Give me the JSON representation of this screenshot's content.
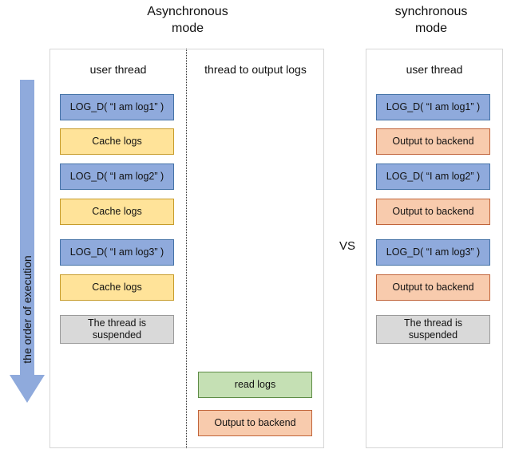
{
  "titles": {
    "async": "Asynchronous\nmode",
    "sync": "synchronous\nmode"
  },
  "vs_label": "VS",
  "order_arrow": {
    "label": "the order of execution",
    "color": "#8FAADC",
    "direction": "down"
  },
  "async_panel": {
    "columns": [
      {
        "header": "user thread",
        "blocks": [
          {
            "label": "LOG_D( “I am log1” )",
            "color": "blue"
          },
          {
            "label": "Cache logs",
            "color": "yellow"
          },
          {
            "label": "LOG_D( “I am log2” )",
            "color": "blue"
          },
          {
            "label": "Cache logs",
            "color": "yellow"
          },
          {
            "label": "LOG_D( “I am log3” )",
            "color": "blue"
          },
          {
            "label": "Cache logs",
            "color": "yellow"
          },
          {
            "label": "The thread is\nsuspended",
            "color": "gray"
          }
        ]
      },
      {
        "header": "thread to output logs",
        "blocks": [
          {
            "label": "read logs",
            "color": "green"
          },
          {
            "label": "Output to backend",
            "color": "orange"
          }
        ]
      }
    ]
  },
  "sync_panel": {
    "columns": [
      {
        "header": "user thread",
        "blocks": [
          {
            "label": "LOG_D( “I am log1” )",
            "color": "blue"
          },
          {
            "label": "Output to backend",
            "color": "orange"
          },
          {
            "label": "LOG_D( “I am log2” )",
            "color": "blue"
          },
          {
            "label": "Output to backend",
            "color": "orange"
          },
          {
            "label": "LOG_D( “I am log3” )",
            "color": "blue"
          },
          {
            "label": "Output to backend",
            "color": "orange"
          },
          {
            "label": "The thread is\nsuspended",
            "color": "gray"
          }
        ]
      }
    ]
  },
  "palette": {
    "blue_fill": "#8FAADC",
    "blue_border": "#4573A7",
    "yellow_fill": "#FFE399",
    "yellow_border": "#C79C2B",
    "orange_fill": "#F8CBAD",
    "orange_border": "#C1643A",
    "green_fill": "#C5E0B4",
    "green_border": "#5E8C46",
    "gray_fill": "#D9D9D9",
    "gray_border": "#9A9A9A",
    "panel_border": "#D6D6D6"
  }
}
